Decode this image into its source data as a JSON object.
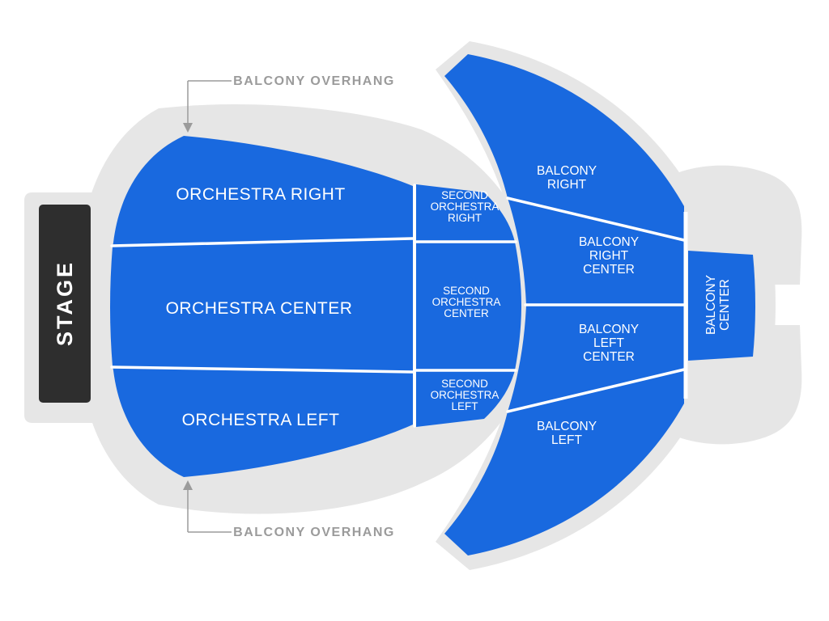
{
  "colors": {
    "section_blue": "#1969df",
    "backdrop": "#e6e6e6",
    "stage_bg": "#2e2e2e",
    "label_gray": "#9b9b9b",
    "section_text": "#ffffff"
  },
  "stage": {
    "label": "STAGE"
  },
  "sections": {
    "orchestra_right": {
      "label": "ORCHESTRA RIGHT"
    },
    "orchestra_center": {
      "label": "ORCHESTRA CENTER"
    },
    "orchestra_left": {
      "label": "ORCHESTRA LEFT"
    },
    "second_orchestra_right": {
      "lines": [
        "SECOND",
        "ORCHESTRA",
        "RIGHT"
      ]
    },
    "second_orchestra_center": {
      "lines": [
        "SECOND",
        "ORCHESTRA",
        "CENTER"
      ]
    },
    "second_orchestra_left": {
      "lines": [
        "SECOND",
        "ORCHESTRA",
        "LEFT"
      ]
    },
    "balcony_right": {
      "lines": [
        "BALCONY",
        "RIGHT"
      ]
    },
    "balcony_right_center": {
      "lines": [
        "BALCONY",
        "RIGHT",
        "CENTER"
      ]
    },
    "balcony_center": {
      "lines": [
        "BALCONY",
        "CENTER"
      ]
    },
    "balcony_left_center": {
      "lines": [
        "BALCONY",
        "LEFT",
        "CENTER"
      ]
    },
    "balcony_left": {
      "lines": [
        "BALCONY",
        "LEFT"
      ]
    }
  },
  "annotations": {
    "balcony_overhang_top": "BALCONY OVERHANG",
    "balcony_overhang_bottom": "BALCONY OVERHANG"
  }
}
